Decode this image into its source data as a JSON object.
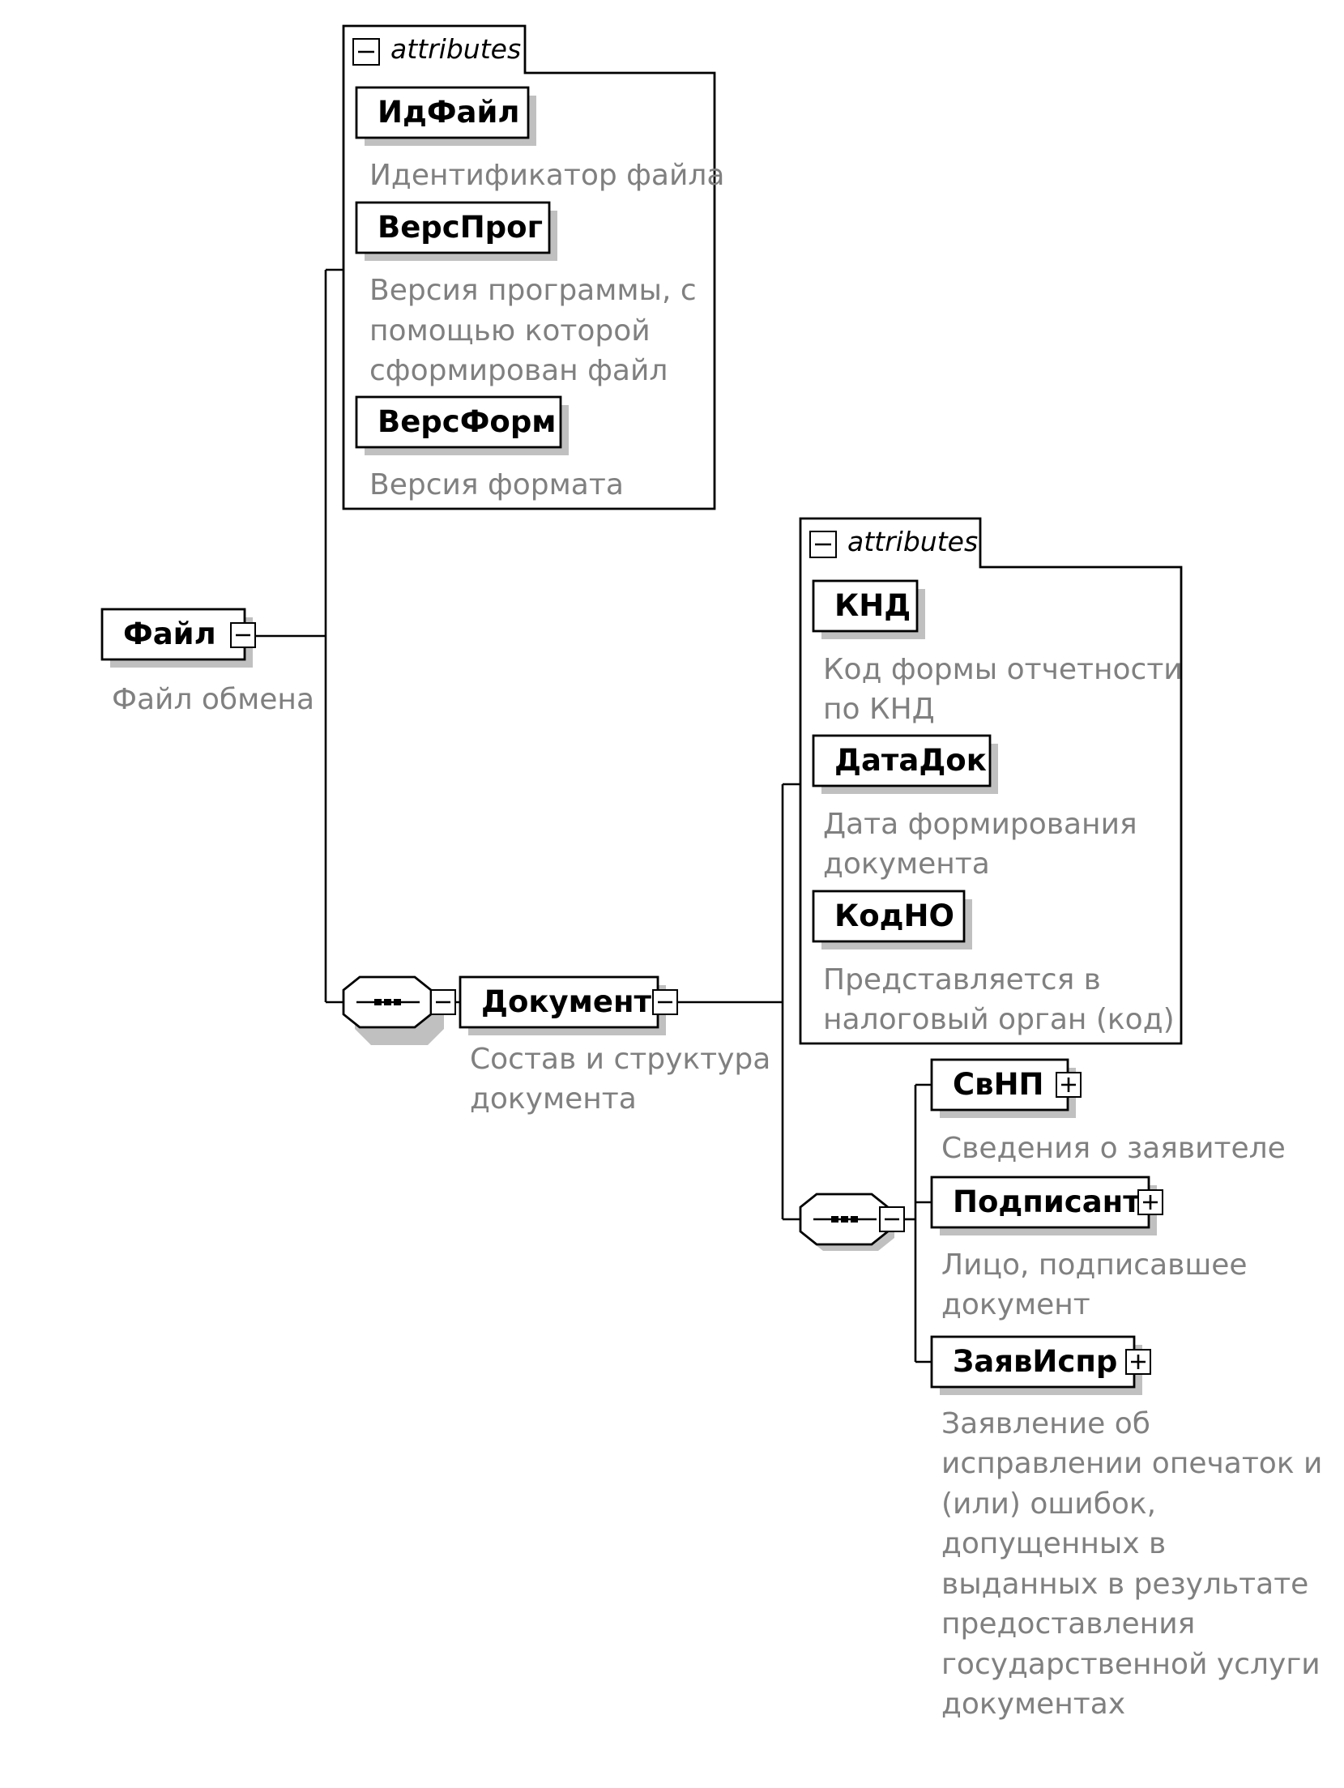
{
  "root": {
    "name": "Файл",
    "doc": [
      "Файл обмена"
    ],
    "attributes": {
      "label": "attributes",
      "items": [
        {
          "name": "ИдФайл",
          "doc": [
            "Идентификатор файла"
          ]
        },
        {
          "name": "ВерсПрог",
          "doc": [
            "Версия программы, с",
            "помощью которой",
            "сформирован файл"
          ]
        },
        {
          "name": "ВерсФорм",
          "doc": [
            "Версия формата"
          ]
        }
      ]
    }
  },
  "document": {
    "name": "Документ",
    "doc": [
      "Состав и структура",
      "документа"
    ],
    "attributes": {
      "label": "attributes",
      "items": [
        {
          "name": "КНД",
          "doc": [
            "Код формы отчетности",
            "по КНД"
          ]
        },
        {
          "name": "ДатаДок",
          "doc": [
            "Дата формирования",
            "документа"
          ]
        },
        {
          "name": "КодНО",
          "doc": [
            "Представляется в",
            "налоговый орган (код)"
          ]
        }
      ]
    },
    "children": [
      {
        "name": "СвНП",
        "doc": [
          "Сведения о заявителе"
        ]
      },
      {
        "name": "Подписант",
        "doc": [
          "Лицо, подписавшее",
          "документ"
        ]
      },
      {
        "name": "ЗаявИспр",
        "doc": [
          "Заявление об",
          "исправлении опечаток и",
          "(или) ошибок,",
          "допущенных в",
          "выданных в результате",
          "предоставления",
          "государственной услуги",
          "документах"
        ]
      }
    ]
  }
}
